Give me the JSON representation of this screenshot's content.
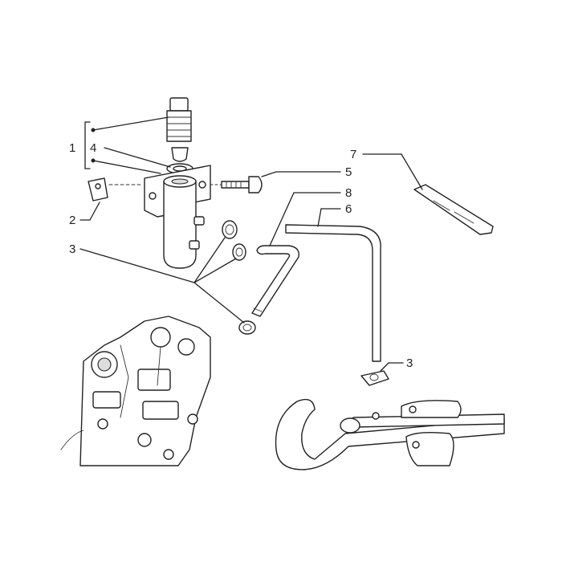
{
  "callouts": {
    "c1": "1",
    "c4": "4",
    "c2": "2",
    "c3_left": "3",
    "c7": "7",
    "c5": "5",
    "c8": "8",
    "c6": "6",
    "c3_right": "3"
  }
}
